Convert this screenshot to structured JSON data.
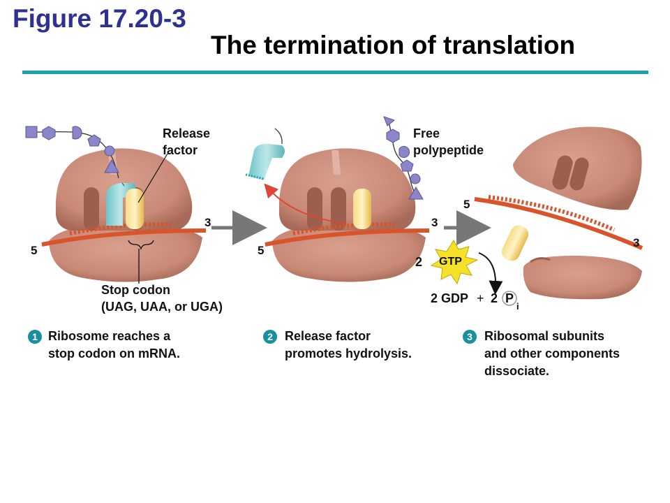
{
  "header": {
    "figure_label": "Figure 17.20-3",
    "title": "The termination of translation"
  },
  "labels": {
    "release_factor": "Release\nfactor",
    "free_polypeptide": "Free\npolypeptide",
    "stop_codon": "Stop codon\n(UAG, UAA, or UGA)",
    "gtp": "GTP",
    "gtp_count": "2",
    "gdp": "2 GDP",
    "plus": "+",
    "pi_count": "2",
    "pi_main": "P",
    "pi_sub": "i"
  },
  "ends": {
    "five_prime": "5",
    "three_prime": "3"
  },
  "steps": [
    {
      "number": "1",
      "text": "Ribosome reaches a\nstop codon on mRNA."
    },
    {
      "number": "2",
      "text": "Release factor\npromotes hydrolysis."
    },
    {
      "number": "3",
      "text": "Ribosomal subunits\nand other components\ndissociate."
    }
  ],
  "colors": {
    "header_blue": "#2e3192",
    "rule_teal": "#1aa1ad",
    "ribosome": "#c98a78",
    "mrna": "#d9532b",
    "release_factor": "#8fd3d6",
    "trna": "#f2d27a",
    "polypeptide": "#8b86c9",
    "gtp_star": "#f6e12a",
    "arrow_red": "#e0453a"
  }
}
